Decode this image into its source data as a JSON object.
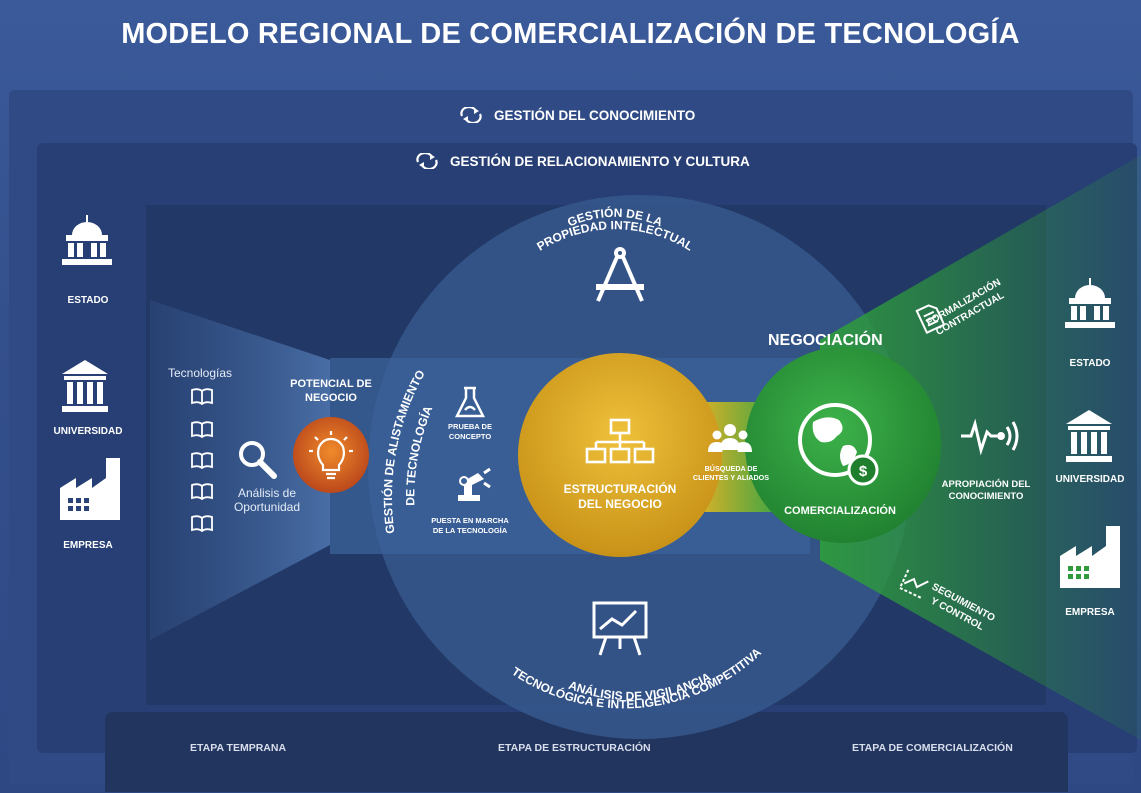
{
  "title": "MODELO REGIONAL DE COMERCIALIZACIÓN DE TECNOLOGÍA",
  "bands": {
    "conocimiento": "GESTIÓN DEL CONOCIMIENTO",
    "relacionamiento": "GESTIÓN DE RELACIONAMIENTO Y CULTURA"
  },
  "left_actors": [
    "ESTADO",
    "UNIVERSIDAD",
    "EMPRESA"
  ],
  "right_actors": [
    "ESTADO",
    "UNIVERSIDAD",
    "EMPRESA"
  ],
  "early": {
    "tecnologias": "Tecnologías",
    "analisis_line1": "Análisis de",
    "analisis_line2": "Oportunidad",
    "potencial_line1": "POTENCIAL DE",
    "potencial_line2": "NEGOCIO"
  },
  "big_circle": {
    "top_arc_line1": "GESTIÓN DE LA",
    "top_arc_line2": "PROPIEDAD INTELECTUAL",
    "left_arc_line1": "GESTIÓN DE ALISTAMIENTO",
    "left_arc_line2": "DE TECNOLOGÍA",
    "bottom_arc_line1": "ANÁLISIS DE VIGILANCIA",
    "bottom_arc_line2": "TECNOLÓGICA E INTELIGENCIA COMPETITIVA",
    "prueba_line1": "PRUEBA DE",
    "prueba_line2": "CONCEPTO",
    "puesta_line1": "PUESTA EN MARCHA",
    "puesta_line2": "DE LA TECNOLOGÍA"
  },
  "estructuracion": {
    "line1": "ESTRUCTURACIÓN",
    "line2": "DEL NEGOCIO"
  },
  "busqueda": {
    "line1": "BÚSQUEDA DE",
    "line2": "CLIENTES Y ALIADOS"
  },
  "commercial": {
    "negociacion": "NEGOCIACIÓN",
    "comercializacion": "COMERCIALIZACIÓN",
    "formalizacion_line1": "FORMALIZACIÓN",
    "formalizacion_line2": "CONTRACTUAL",
    "apropiacion_line1": "APROPIACIÓN DEL",
    "apropiacion_line2": "CONOCIMIENTO",
    "seguimiento_line1": "SEGUIMIENTO",
    "seguimiento_line2": "Y CONTROL"
  },
  "stages": [
    "ETAPA TEMPRANA",
    "ETAPA DE ESTRUCTURACIÓN",
    "ETAPA DE COMERCIALIZACIÓN"
  ],
  "colors": {
    "background": "#34508c",
    "gold_circle": "#d8a51f",
    "orange_bulb": "#d55a23",
    "green_circle": "#2c9a3c",
    "arrow_green": "#3fa845",
    "white": "#ffffff"
  },
  "icons": {
    "estado": "government-building-icon",
    "universidad": "university-columns-icon",
    "empresa": "factory-icon",
    "libro": "open-book-icon",
    "lupa": "magnifier-icon",
    "bombilla": "lightbulb-icon",
    "propiedad": "drafting-compass-icon",
    "prueba": "flask-icon",
    "puesta": "robot-arm-icon",
    "estructura": "org-chart-icon",
    "busqueda": "people-group-icon",
    "comercializacion": "globe-money-icon",
    "formalizacion": "document-icon",
    "apropiacion": "signal-pulse-icon",
    "seguimiento": "trend-chart-icon",
    "vigilancia": "presentation-board-icon",
    "ciclo": "cycle-arrows-icon"
  }
}
